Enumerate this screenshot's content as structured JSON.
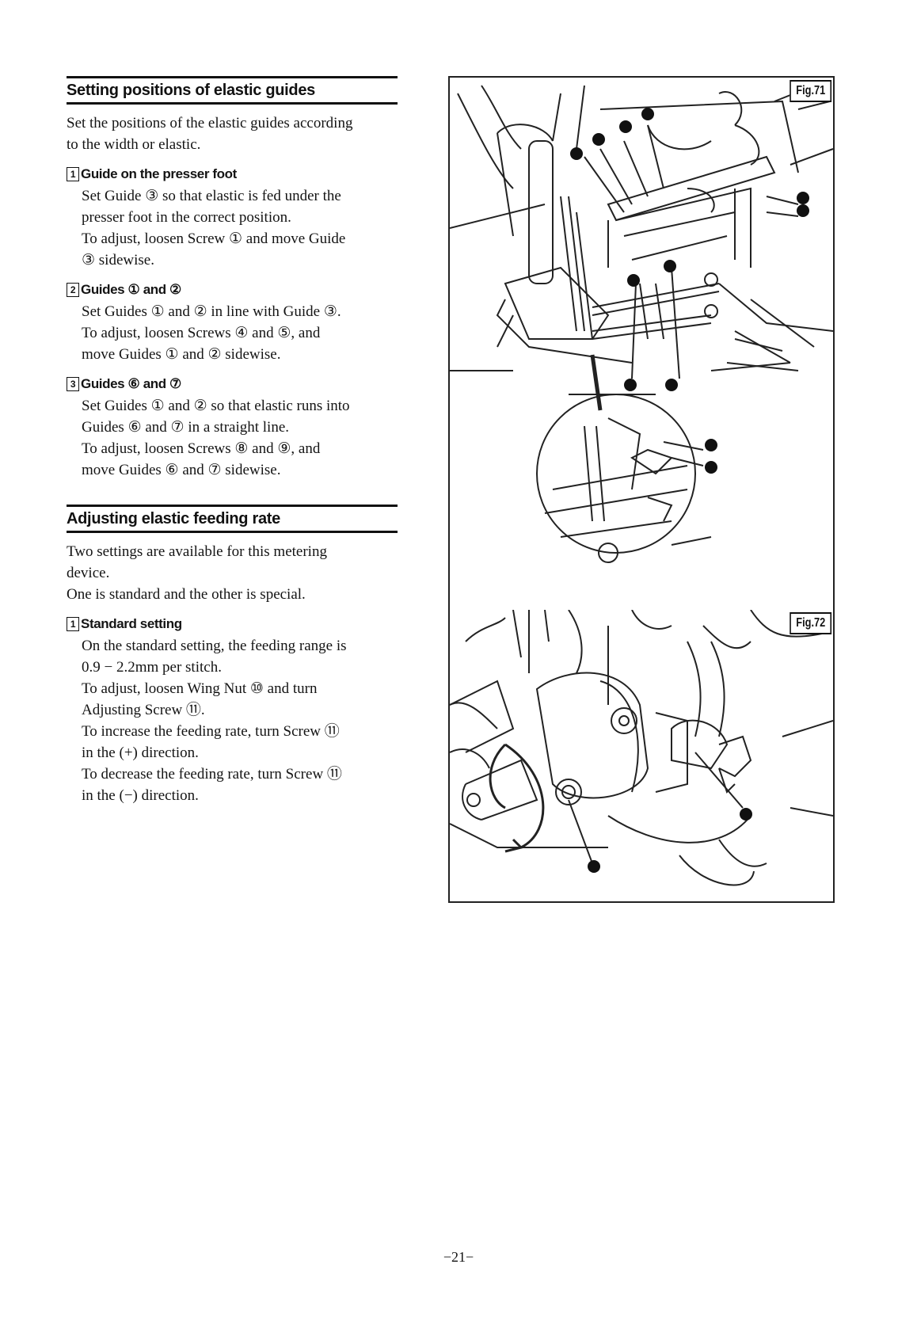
{
  "section1": {
    "heading": "Setting positions of elastic guides",
    "intro": [
      "Set the positions of the elastic guides according",
      "to the width or elastic."
    ],
    "items": [
      {
        "num": "1",
        "title": "Guide on the presser foot",
        "lines": [
          "Set Guide ③ so that elastic is fed under the",
          "presser foot in the correct position.",
          "To adjust, loosen Screw ① and move Guide",
          "③ sidewise."
        ]
      },
      {
        "num": "2",
        "title": "Guides ① and ②",
        "lines": [
          "Set Guides ① and ② in line with Guide ③.",
          "To adjust, loosen Screws ④ and ⑤, and",
          "move Guides ① and ② sidewise."
        ]
      },
      {
        "num": "3",
        "title": "Guides ⑥ and ⑦",
        "lines": [
          "Set Guides ① and ② so that elastic runs into",
          "Guides ⑥ and ⑦ in a straight line.",
          "To adjust, loosen Screws ⑧ and ⑨, and",
          "move Guides ⑥ and ⑦ sidewise."
        ]
      }
    ]
  },
  "section2": {
    "heading": "Adjusting elastic feeding rate",
    "intro": [
      "Two settings are available for this metering",
      "device.",
      "One is standard and the other is special."
    ],
    "items": [
      {
        "num": "1",
        "title": "Standard setting",
        "lines": [
          "On the standard setting, the feeding range is",
          "0.9 − 2.2mm per stitch.",
          "To adjust, loosen Wing Nut ⑩ and turn",
          "Adjusting Screw ⑪.",
          "To increase the feeding rate, turn Screw ⑪",
          "in the (+) direction.",
          "To decrease the feeding rate, turn Screw ⑪",
          "in the (−) direction."
        ]
      }
    ]
  },
  "figures": {
    "fig71_label": "Fig.71",
    "fig72_label": "Fig.72"
  },
  "page_number": "−21−"
}
